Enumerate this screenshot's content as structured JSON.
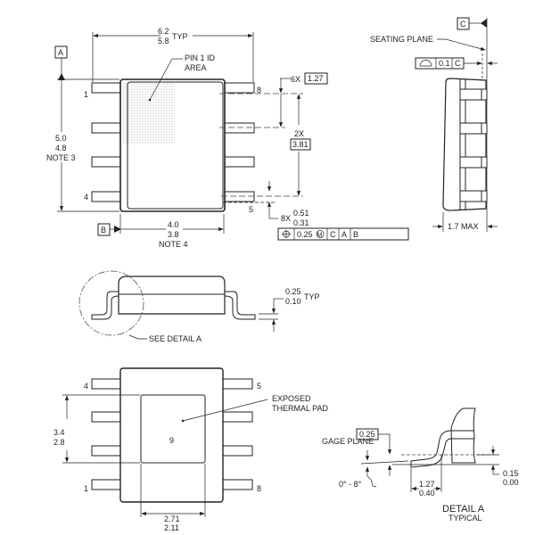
{
  "top_view": {
    "width_max": "6.2",
    "width_min": "5.8",
    "width_note": "TYP",
    "datum_a": "A",
    "datum_b": "B",
    "length_max": "5.0",
    "length_min": "4.8",
    "length_note": "NOTE 3",
    "body_max": "4.0",
    "body_min": "3.8",
    "body_note": "NOTE 4",
    "pin1_label_line1": "PIN 1 ID",
    "pin1_label_line2": "AREA",
    "pins": [
      "1",
      "4",
      "5",
      "8"
    ],
    "pitch_count": "6X",
    "pitch": "1.27",
    "span_count": "2X",
    "span": "3.81",
    "lead_count": "8X",
    "lead_max": "0.51",
    "lead_min": "0.31",
    "fcf": {
      "tolerance": "0.25",
      "modifier": "M",
      "refs": [
        "C",
        "A",
        "B"
      ]
    }
  },
  "side_view": {
    "datum_c": "C",
    "seating_plane": "SEATING PLANE",
    "flatness": "0.1",
    "flatness_ref": "C",
    "height": "1.7 MAX"
  },
  "profile_view": {
    "lead_max": "0.25",
    "lead_min": "0.10",
    "lead_note": "TYP",
    "see_detail": "SEE DETAIL A"
  },
  "bottom_view": {
    "pins": [
      "4",
      "5",
      "1",
      "8"
    ],
    "pad_number": "9",
    "pad_label_line1": "EXPOSED",
    "pad_label_line2": "THERMAL PAD",
    "pad_h_max": "3.4",
    "pad_h_min": "2.8",
    "pad_w_max": "2.71",
    "pad_w_min": "2.11"
  },
  "detail_a": {
    "gage": "0.25",
    "gage_plane": "GAGE PLANE",
    "angle": "0° - 8°",
    "standoff_max": "0.15",
    "standoff_min": "0.00",
    "foot_max": "1.27",
    "foot_min": "0.40",
    "title": "DETAIL A",
    "subtitle": "TYPICAL"
  }
}
